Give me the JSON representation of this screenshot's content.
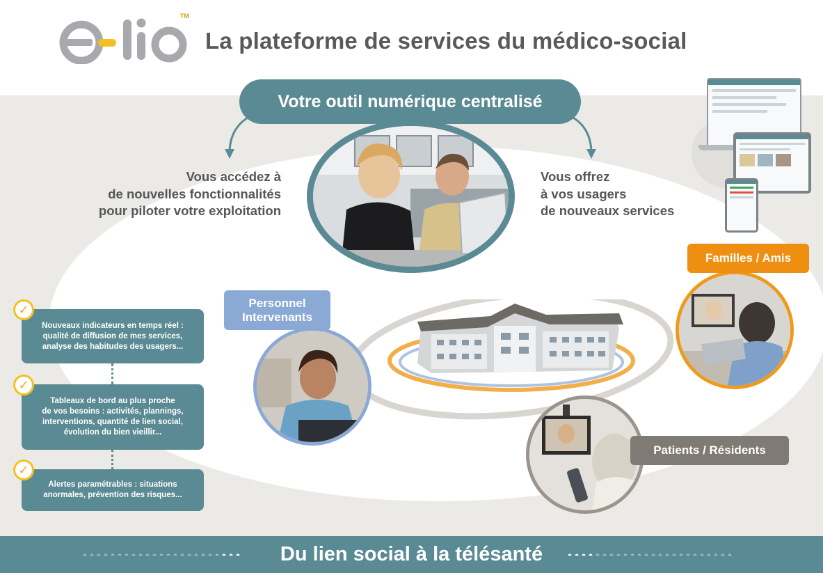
{
  "header": {
    "logo_text": "e-lio",
    "logo_tm": "TM",
    "tagline": "La plateforme de services du médico-social"
  },
  "center": {
    "title": "Votre outil numérique centralisé",
    "left_lines": [
      "Vous accédez à",
      "de nouvelles fonctionnalités",
      "pour piloter votre exploitation"
    ],
    "right_lines": [
      "Vous offrez",
      "à vos usagers",
      "de nouveaux services"
    ]
  },
  "labels": {
    "staff": [
      "Personnel",
      "Intervenants"
    ],
    "family": "Familles / Amis",
    "patient": "Patients / Résidents"
  },
  "features": [
    {
      "lines": [
        "Nouveaux indicateurs en temps réel :",
        "qualité de diffusion de mes services,",
        "analyse des habitudes des usagers..."
      ]
    },
    {
      "lines": [
        "Tableaux de bord au plus proche",
        "de vos besoins : activités, plannings,",
        "interventions, quantité de lien social,",
        "évolution du bien vieillir..."
      ]
    },
    {
      "lines": [
        "Alertes paramétrables : situations",
        "anormales, prévention des risques..."
      ]
    }
  ],
  "footer": {
    "title": "Du lien social à la télésanté"
  },
  "colors": {
    "teal": "#5a8a93",
    "orange": "#ef8f12",
    "blue": "#8aa9d4",
    "grey": "#7f7a74",
    "yellow": "#f3c11f",
    "text_grey": "#58595b"
  },
  "icons": {
    "check": "check-icon",
    "arrow": "curved-arrow-icon"
  }
}
